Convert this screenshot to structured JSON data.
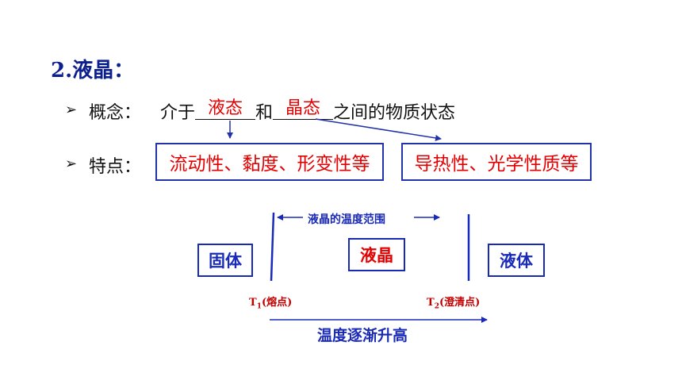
{
  "heading": "2.液晶：",
  "concept": {
    "bullet": "➢",
    "label": "概念：",
    "prefix": "介于",
    "blank1": "液态",
    "middle": "和",
    "blank2": "晶态",
    "suffix": "之间的物质状态"
  },
  "features": {
    "bullet": "➢",
    "label": "特点：",
    "box1": "流动性、黏度、形变性等",
    "box2": "导热性、光学性质等"
  },
  "diagram": {
    "range_label": "液晶的温度范围",
    "solid": "固体",
    "liquid_crystal": "液晶",
    "liquid": "液体",
    "t1": {
      "symbol": "T",
      "sub": "1",
      "note": "(熔点)"
    },
    "t2": {
      "symbol": "T",
      "sub": "2",
      "note": "(澄清点)"
    },
    "axis_label": "温度逐渐升高"
  },
  "colors": {
    "heading": "#0b1f8f",
    "answer": "#e30000",
    "diagram_blue": "#1a2ab8",
    "temp_red": "#c00000"
  }
}
